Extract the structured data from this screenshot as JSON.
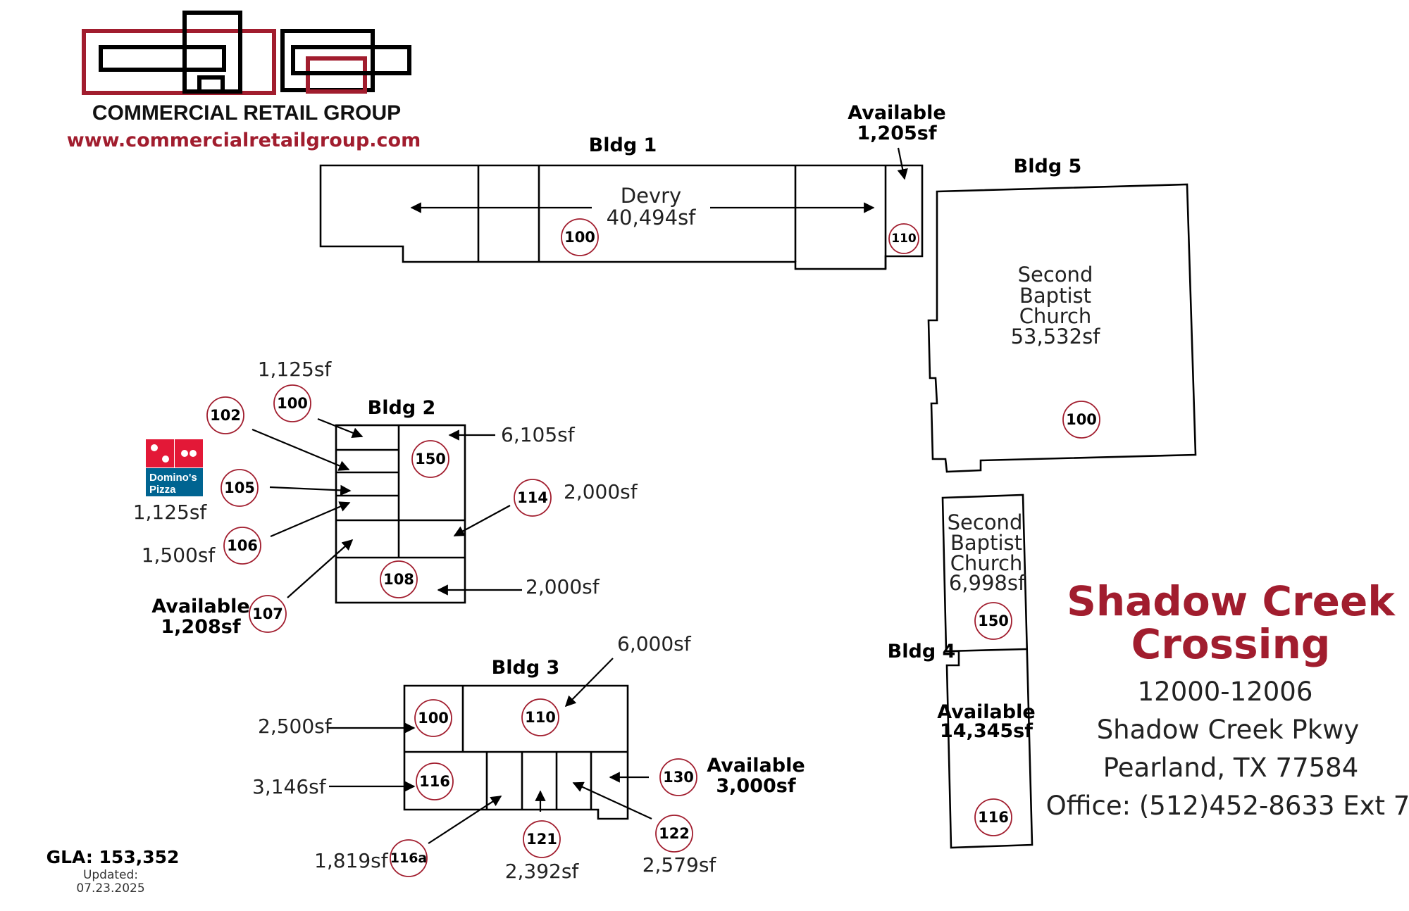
{
  "colors": {
    "brand_red": "#a11d2e",
    "line": "#000000",
    "dominos_red": "#e31837",
    "dominos_blue": "#006491"
  },
  "icons": {
    "logo": "commercial-retail-group-logo",
    "dominos": "dominos-pizza-logo"
  },
  "brand": {
    "company": "COMMERCIAL RETAIL GROUP",
    "url": "www.commercialretailgroup.com"
  },
  "property": {
    "name_line1": "Shadow Creek",
    "name_line2": "Crossing",
    "address1": "12000-12006",
    "address2": "Shadow Creek Pkwy",
    "address3": "Pearland, TX 77584",
    "office": "Office: (512)452-8633 Ext 7"
  },
  "summary": {
    "gla": "GLA: 153,352",
    "updated_label": "Updated:",
    "updated_date": "07.23.2025"
  },
  "bldg1": {
    "label": "Bldg 1",
    "tenant": "Devry",
    "tenant_sf": "40,494sf",
    "unit_100": "100",
    "unit_110": "110",
    "avail_label": "Available",
    "avail_sf": "1,205sf"
  },
  "bldg5": {
    "label": "Bldg 5",
    "tenant_l1": "Second",
    "tenant_l2": "Baptist",
    "tenant_l3": "Church",
    "tenant_sf": "53,532sf",
    "unit_100": "100"
  },
  "bldg2": {
    "label": "Bldg 2",
    "unit_100": "100",
    "sf_100": "1,125sf",
    "unit_102": "102",
    "unit_105": "105",
    "sf_105": "1,125sf",
    "unit_106": "106",
    "sf_106": "1,500sf",
    "unit_107": "107",
    "avail_label": "Available",
    "avail_sf": "1,208sf",
    "unit_108": "108",
    "sf_108": "2,000sf",
    "unit_114": "114",
    "sf_114": "2,000sf",
    "unit_150": "150",
    "sf_150": "6,105sf",
    "dominos_l1": "Domino's",
    "dominos_l2": "Pizza"
  },
  "bldg3": {
    "label": "Bldg 3",
    "unit_100": "100",
    "sf_100": "2,500sf",
    "unit_110": "110",
    "sf_110": "6,000sf",
    "unit_116": "116",
    "sf_116": "3,146sf",
    "unit_116a": "116a",
    "sf_116a": "1,819sf",
    "unit_121": "121",
    "sf_121": "2,392sf",
    "unit_122": "122",
    "sf_122": "2,579sf",
    "unit_130": "130",
    "avail_label": "Available",
    "avail_sf": "3,000sf"
  },
  "bldg4": {
    "label": "Bldg 4",
    "tenant_l1": "Second",
    "tenant_l2": "Baptist",
    "tenant_l3": "Church",
    "tenant_sf": "6,998sf",
    "unit_150": "150",
    "avail_label": "Available",
    "avail_sf": "14,345sf",
    "unit_116": "116"
  }
}
